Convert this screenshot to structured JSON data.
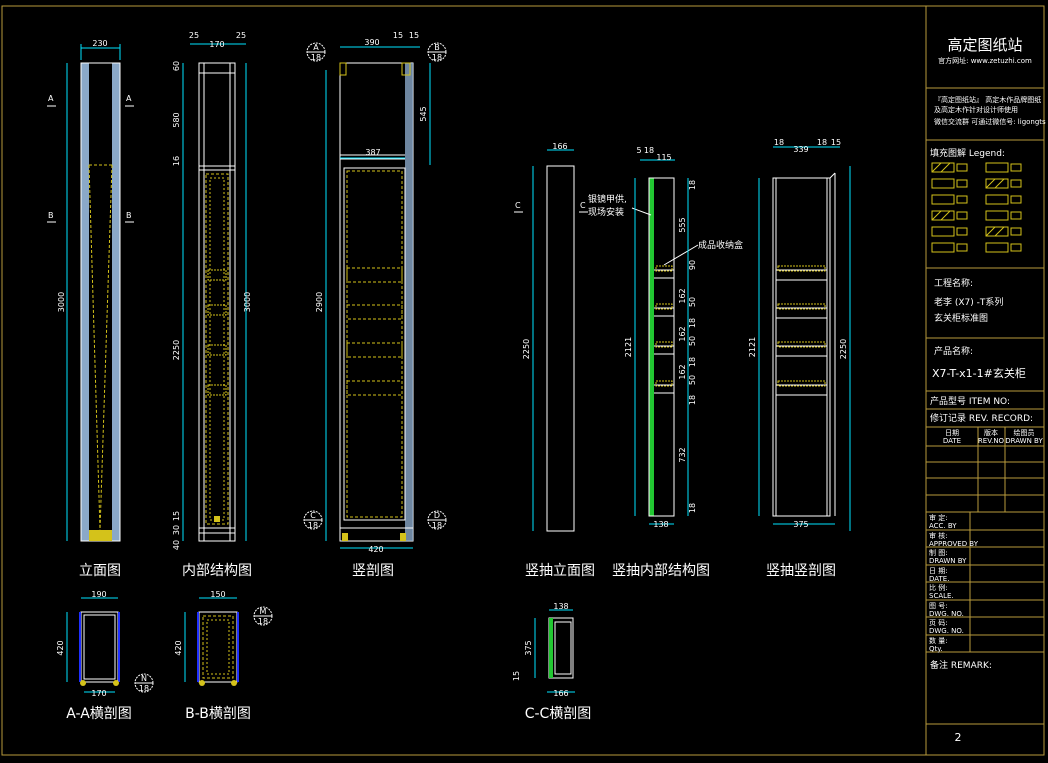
{
  "captions": {
    "elevation": "立面图",
    "internal": "内部结构图",
    "section": "竖剖图",
    "drawer_elev": "竖抽立面图",
    "drawer_internal": "竖抽内部结构图",
    "drawer_section": "竖抽竖剖图",
    "aa": "A-A横剖图",
    "bb": "B-B横剖图",
    "cc": "C-C横剖图"
  },
  "notes": {
    "mirror_1": "银镜甲供,",
    "mirror_2": "现场安装",
    "storage_box": "成品收纳盒"
  },
  "markers": {
    "A": "A",
    "B": "B",
    "C": "C",
    "D": "D",
    "M": "M",
    "N": "N",
    "sheet_ref": "18"
  },
  "dims": {
    "elev_width": "230",
    "elev_height": "3000",
    "int_side_l": "25",
    "int_mid": "170",
    "int_side_r": "25",
    "int_top": "60",
    "int_upper": "580",
    "int_gap": "16",
    "int_main": "2250",
    "int_b1": "15",
    "int_b2": "30",
    "int_b3": "40",
    "int_total": "3000",
    "sec_width": "390",
    "sec_r1": "15",
    "sec_r2": "15",
    "sec_upper": "545",
    "sec_inner": "387",
    "sec_height": "2900",
    "sec_bottom": "420",
    "de_width": "166",
    "de_height": "2250",
    "di_a": "5",
    "di_b": "18",
    "di_c": "115",
    "di_v1": "18",
    "di_v2": "555",
    "di_v3": "90",
    "di_v4": "162",
    "di_v5": "50",
    "di_v6": "18",
    "di_v7": "162",
    "di_v8": "50",
    "di_v9": "18",
    "di_v10": "162",
    "di_v11": "50",
    "di_v12": "18",
    "di_v13": "732",
    "di_v14": "18",
    "di_h": "2121",
    "di_bottom": "138",
    "ds_a": "18",
    "ds_b": "339",
    "ds_c": "18",
    "ds_d": "15",
    "ds_h": "2121",
    "ds_h2": "2250",
    "ds_bottom": "375",
    "aa_top": "190",
    "aa_side": "420",
    "aa_bottom": "170",
    "bb_top": "150",
    "bb_side": "420",
    "cc_top": "138",
    "cc_side": "375",
    "cc_left": "15",
    "cc_bottom": "166"
  },
  "title_block": {
    "brand": "高定图纸站",
    "website": "官方网址: www.zetuzhi.com",
    "desc_1": "『高定图纸站』 高定木作品牌图纸",
    "desc_2": "及高定木作针对设计师使用",
    "desc_3": "微信交流群 可通过微信号: ligongts",
    "legend_label": "填充图解 Legend:",
    "project_label": "工程名称:",
    "project_line1": "老李 (X7) -T系列",
    "project_line2": "玄关柜标准图",
    "product_label": "产品名称:",
    "product_name": "X7-T-x1-1#玄关柜",
    "model_label": "产品型号 ITEM NO:",
    "rev_label": "修订记录 REV. RECORD:",
    "rev_cols": [
      {
        "cn": "日期",
        "en": "DATE"
      },
      {
        "cn": "版本",
        "en": "REV.NO"
      },
      {
        "cn": "绘图员",
        "en": "DRAWN BY"
      }
    ],
    "sign_rows": [
      {
        "cn": "审    定:",
        "en": "ACC. BY"
      },
      {
        "cn": "审    核:",
        "en": "APPROVED BY"
      },
      {
        "cn": "制    图:",
        "en": "DRAWN BY"
      },
      {
        "cn": "日    期:",
        "en": "DATE."
      },
      {
        "cn": "比    例:",
        "en": "SCALE."
      },
      {
        "cn": "图    号:",
        "en": "DWG. NO."
      },
      {
        "cn": "页    码:",
        "en": "DWG. NO."
      },
      {
        "cn": "数    量:",
        "en": "Qty."
      }
    ],
    "remark_label": "备注 REMARK:",
    "page_number": "2"
  },
  "colors": {
    "background": "#000000",
    "outline": "#ffffff",
    "dimension": "#00e5ff",
    "hidden_line": "#d4c21a",
    "panel_fill": "#8aa8c8",
    "frame": "#b89a3c",
    "mirror": "#22c832",
    "edge_blue": "#2030ff"
  }
}
